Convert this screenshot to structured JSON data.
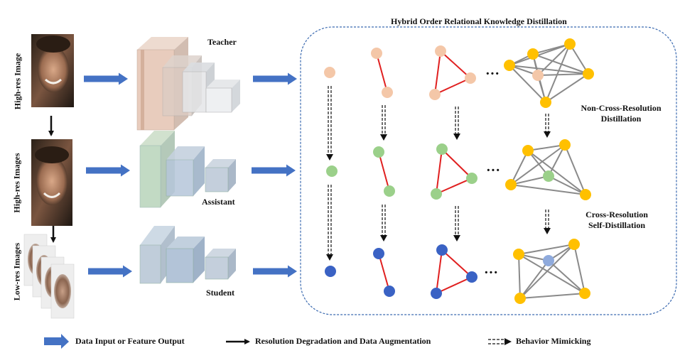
{
  "title": "Hybrid Order Relational Knowledge Distillation",
  "rows": {
    "high_res": "High-res Image",
    "high_res_aug": "High-res Images",
    "low_res": "Low-res Images"
  },
  "networks": {
    "teacher": "Teacher",
    "assistant": "Assistant",
    "student": "Student"
  },
  "distill": {
    "non_cross_line1": "Non-Cross-Resolution",
    "non_cross_line2": "Distillation",
    "cross_line1": "Cross-Resolution",
    "cross_line2": "Self-Distillation"
  },
  "ellipsis": "···",
  "legend": {
    "data_input": "Data Input or Feature Output",
    "degradation": "Resolution Degradation and Data Augmentation",
    "mimicking": "Behavior Mimicking"
  },
  "colors": {
    "arrow_blue": "#4472C4",
    "teacher_node": "#F4C7A8",
    "assistant_node": "#9BD08A",
    "student_node": "#3A62C4",
    "hub_node": "#FFC000",
    "student_hub_center": "#8FAADC",
    "edge_red": "#E02020",
    "edge_gray": "#8A8A8A",
    "box_border": "#3B6AB0"
  }
}
